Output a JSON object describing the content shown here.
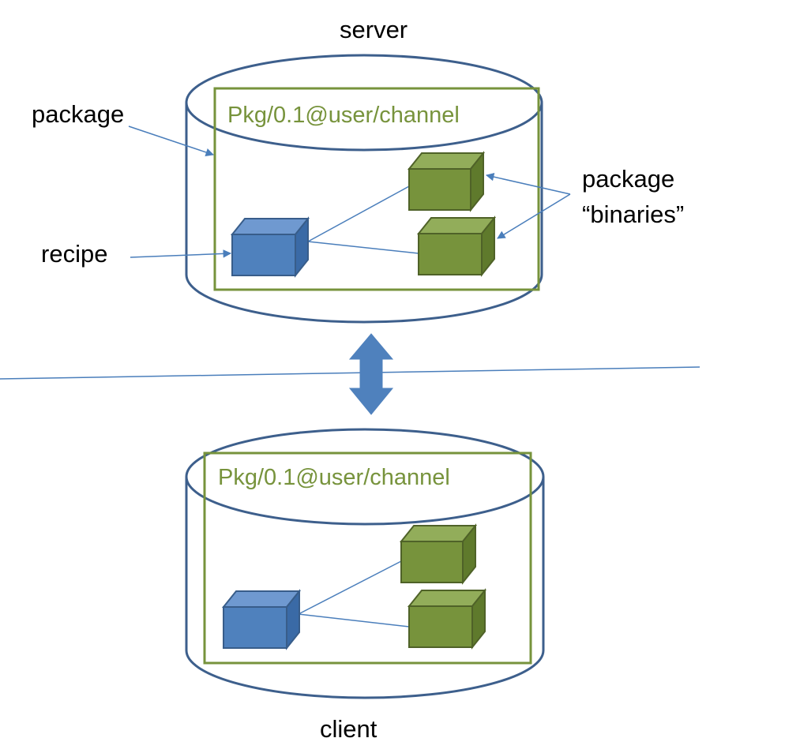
{
  "labels": {
    "server": "server",
    "client": "client",
    "package": "package",
    "recipe": "recipe",
    "binaries_line1": "package",
    "binaries_line2": "“binaries”"
  },
  "server": {
    "package_ref": "Pkg/0.1@user/channel"
  },
  "client": {
    "package_ref": "Pkg/0.1@user/channel"
  },
  "colors": {
    "cylinder_stroke": "#3d5f8c",
    "package_box": "#77933c",
    "package_text": "#77933c",
    "recipe_fill": "#4f81bd",
    "recipe_dark": "#385d8a",
    "binary_fill": "#77933c",
    "binary_dark": "#4f6228",
    "line": "#4a7ebb",
    "arrow": "#4f81bd"
  }
}
